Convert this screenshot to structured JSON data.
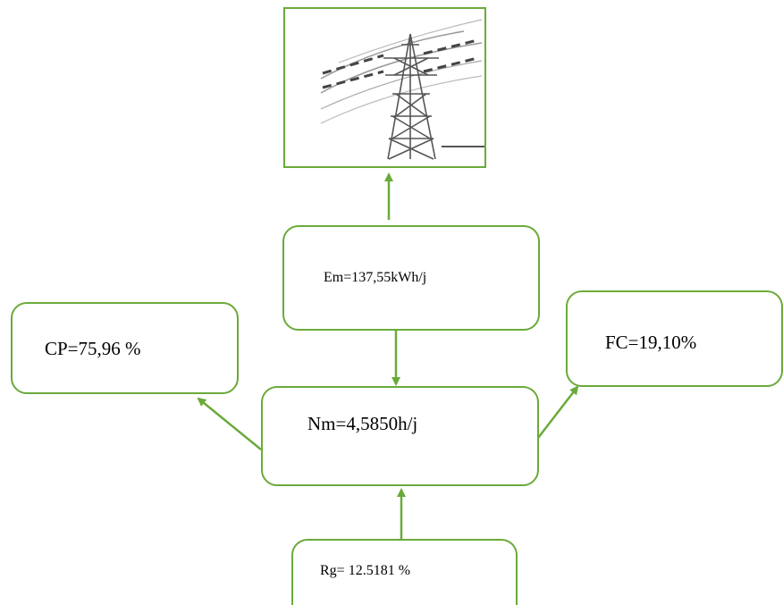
{
  "colors": {
    "stroke": "#6aaa3a",
    "text": "#000000",
    "tower": "#555555"
  },
  "image": {
    "icon": "power-transmission-tower-icon"
  },
  "nodes": {
    "em": "Em=137,55kWh/j",
    "cp": "CP=75,96 %",
    "fc": "FC=19,10%",
    "nm": "Nm=4,5850h/j",
    "rg": "Rg= 12.5181 %"
  }
}
